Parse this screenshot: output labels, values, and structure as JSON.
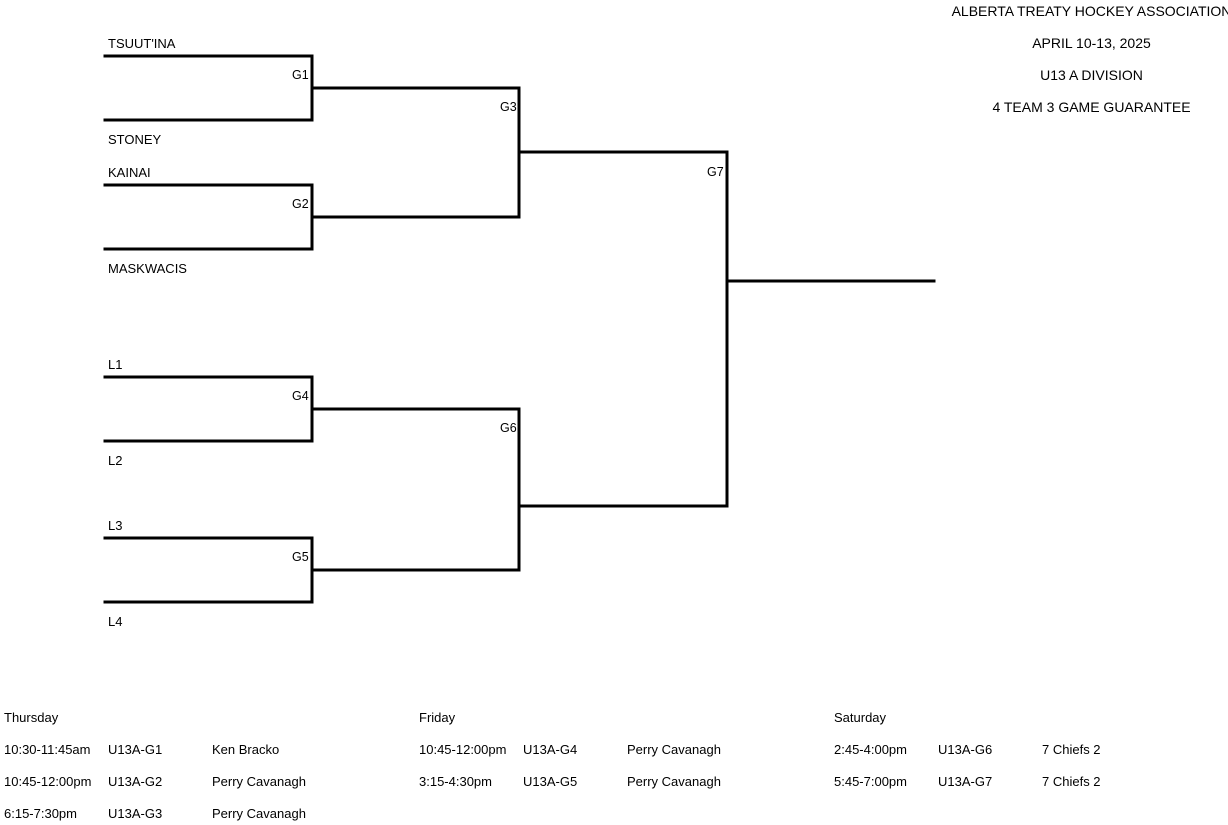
{
  "header": {
    "association": "ALBERTA TREATY HOCKEY ASSOCIATION",
    "dates": "APRIL 10-13, 2025",
    "division": "U13 A DIVISION",
    "format": "4 TEAM 3 GAME GUARANTEE"
  },
  "bracket": {
    "teams": [
      "TSUUT'INA",
      "STONEY",
      "KAINAI",
      "MASKWACIS",
      "L1",
      "L2",
      "L3",
      "L4"
    ],
    "games": [
      "G1",
      "G2",
      "G3",
      "G4",
      "G5",
      "G6",
      "G7"
    ]
  },
  "schedule": {
    "days": [
      {
        "day": "Thursday",
        "rows": [
          {
            "time": "10:30-11:45am",
            "game": "U13A-G1",
            "venue": "Ken Bracko"
          },
          {
            "time": "10:45-12:00pm",
            "game": "U13A-G2",
            "venue": "Perry Cavanagh"
          },
          {
            "time": "6:15-7:30pm",
            "game": "U13A-G3",
            "venue": "Perry Cavanagh"
          }
        ]
      },
      {
        "day": "Friday",
        "rows": [
          {
            "time": "10:45-12:00pm",
            "game": "U13A-G4",
            "venue": "Perry Cavanagh"
          },
          {
            "time": "3:15-4:30pm",
            "game": "U13A-G5",
            "venue": "Perry Cavanagh"
          }
        ]
      },
      {
        "day": "Saturday",
        "rows": [
          {
            "time": "2:45-4:00pm",
            "game": "U13A-G6",
            "venue": "7 Chiefs 2"
          },
          {
            "time": "5:45-7:00pm",
            "game": "U13A-G7",
            "venue": "7 Chiefs 2"
          }
        ]
      }
    ]
  }
}
